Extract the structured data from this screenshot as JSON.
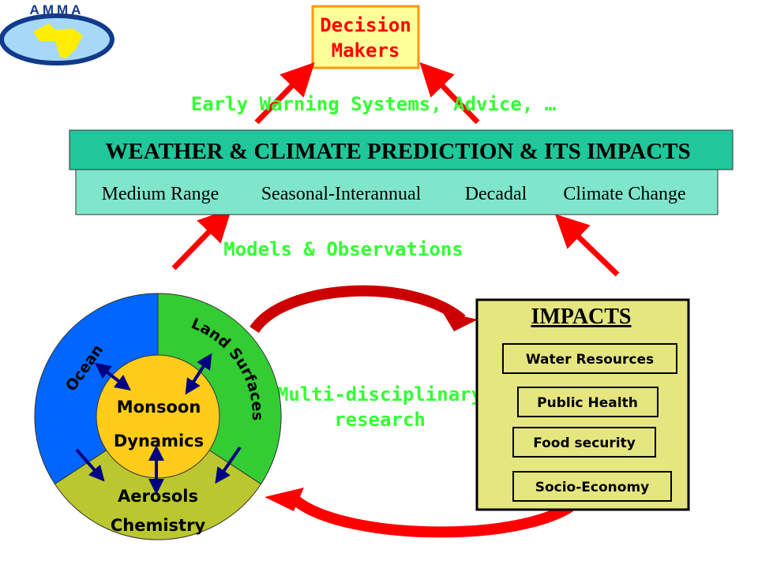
{
  "logo": {
    "text": "AMMA"
  },
  "decision": {
    "line1": "Decision",
    "line2": "Makers"
  },
  "early_warning": "Early Warning Systems,  Advice, …",
  "banner": {
    "title": "WEATHER & CLIMATE PREDICTION & ITS IMPACTS",
    "ranges": [
      "Medium Range",
      "Seasonal-Interannual",
      "Decadal",
      "Climate Change"
    ]
  },
  "models": "Models & Observations",
  "multi": {
    "line1": "Multi-disciplinary",
    "line2": "research"
  },
  "circle": {
    "ocean": "Ocean",
    "land": "Land Surfaces",
    "center1": "Monsoon",
    "center2": "Dynamics",
    "bottom1": "Aerosols",
    "bottom2": "Chemistry"
  },
  "impacts": {
    "title": "IMPACTS",
    "items": [
      "Water Resources",
      "Public Health",
      "Food security",
      "Socio-Economy"
    ]
  },
  "colors": {
    "red": "#ff0000",
    "teal": "#1fc79a",
    "light_teal": "#7fe6cc",
    "ocean": "#0066ff",
    "land": "#33cc33",
    "aerosol": "#bbc72f",
    "center": "#ffcc1a",
    "impacts_bg": "#e6e680"
  }
}
